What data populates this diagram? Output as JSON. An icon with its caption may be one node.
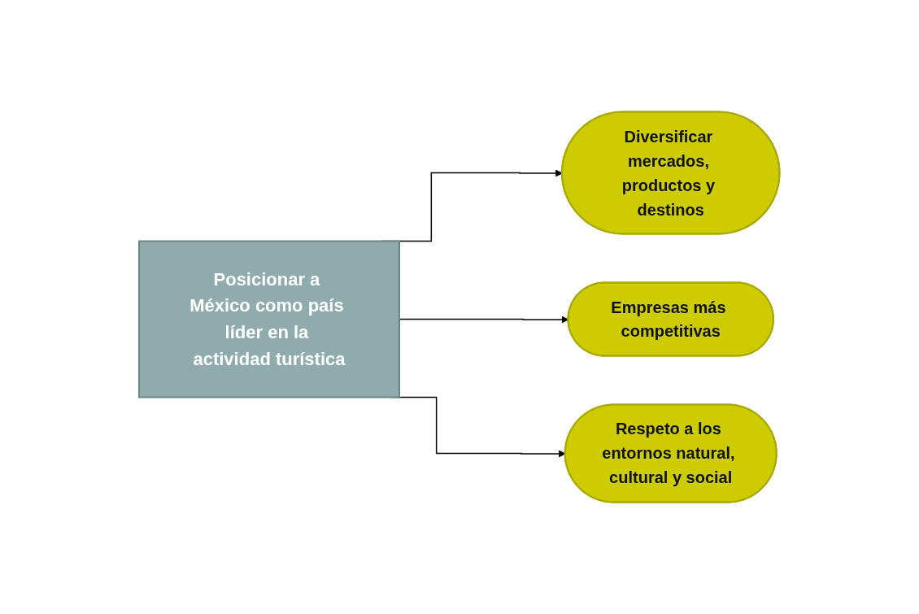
{
  "diagram": {
    "nodes": [
      {
        "text": [
          "Posicionar a México como país líder en la actividad turística"
        ]
      },
      {
        "text": [
          "Diversificar mercados, productos y destinos"
        ]
      },
      {
        "text": [
          "Empresas más competitivas"
        ]
      },
      {
        "text": [
          "Respeto a los entornos natural, cultural y social"
        ]
      }
    ],
    "edges": [
      {
        "from": 0,
        "to": 1,
        "arrow": "to"
      },
      {
        "from": 0,
        "to": 2,
        "arrow": "to"
      },
      {
        "from": 0,
        "to": 3,
        "arrow": "to"
      }
    ]
  }
}
